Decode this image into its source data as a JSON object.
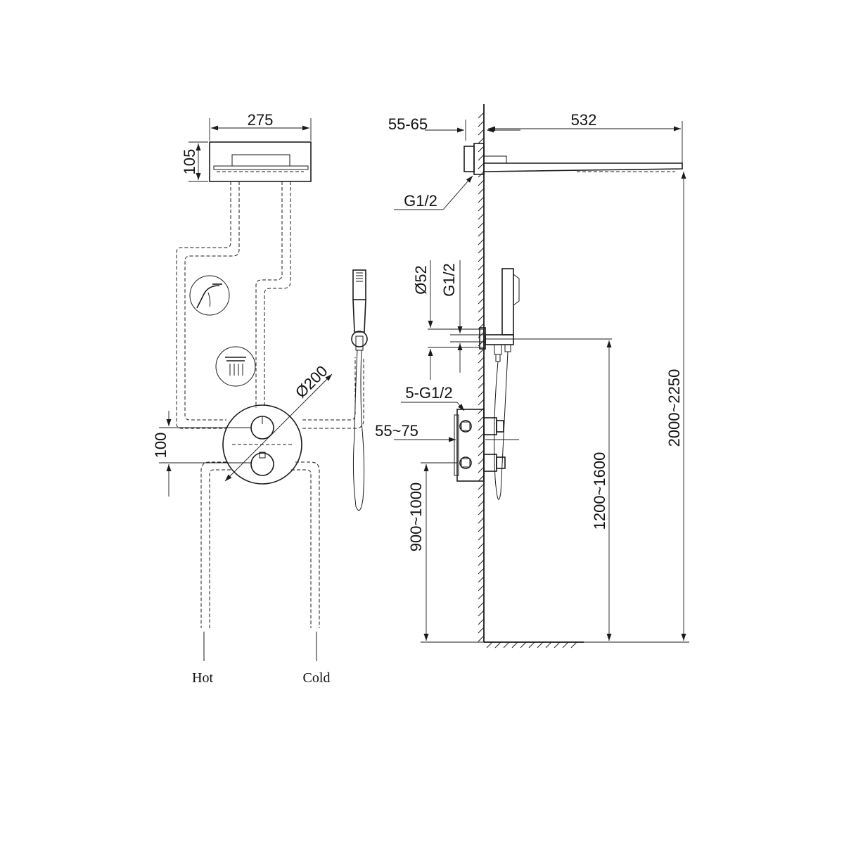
{
  "front_view": {
    "dims": {
      "width": "275",
      "height": "105",
      "diameter": "Ø200",
      "spacing": "100"
    },
    "labels": {
      "hot": "Hot",
      "cold": "Cold"
    },
    "icons": [
      "waterfall-spout-icon",
      "rain-shower-icon"
    ]
  },
  "side_view": {
    "dims": {
      "wall_gap": "55-65",
      "arm_length": "532",
      "head_thread": "G1/2",
      "hand_dia": "Ø52",
      "hand_thread": "G1/2",
      "body_ports": "5-G1/2",
      "body_depth": "55~75",
      "body_height": "900~1000",
      "outlet_height": "1200~1600",
      "head_height": "2000~2250"
    }
  }
}
